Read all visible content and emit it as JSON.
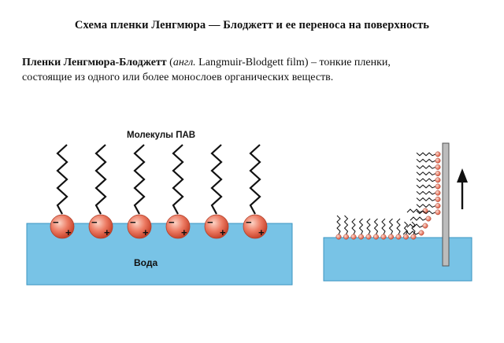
{
  "header": {
    "title": "Схема пленки Ленгмюра — Блоджетт и ее переноса на поверхность"
  },
  "description": {
    "term": "Пленки Ленгмюра-Блоджетт",
    "open_paren": " (",
    "lang_abbr": "англ.",
    "english_term": " Langmuir-Blodgett film)",
    "rest_line1": " – тонкие пленки,",
    "line2": "состоящие из одного или более монослоев органических веществ."
  },
  "diagram": {
    "molecules_label": "Молекулы ПАВ",
    "water_label": "Вода",
    "head_charge_top": "−",
    "head_charge_bottom": "+",
    "molecule_count": 6,
    "colors": {
      "water": "#78c3e6",
      "water_edge": "#3b94c2",
      "head": "#e8684f",
      "head_light": "#fbd2c4",
      "tail": "#111111",
      "plate": "#bcbcbc"
    }
  }
}
